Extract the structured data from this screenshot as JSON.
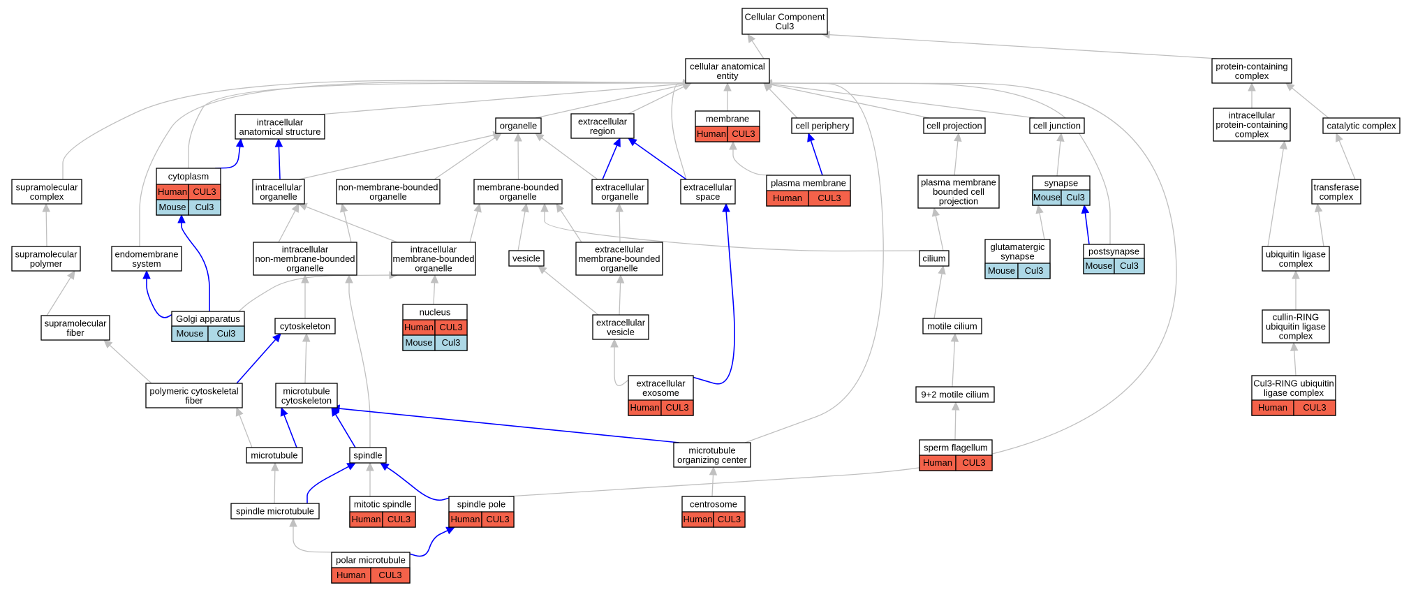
{
  "colors": {
    "human": "#f4624a",
    "mouse": "#add8e6",
    "edge_gray": "#c0c0c0",
    "edge_blue": "#0000ff"
  },
  "nodes": [
    {
      "id": "cc",
      "lines": [
        "Cellular Component",
        "Cul3"
      ]
    },
    {
      "id": "cae",
      "lines": [
        "cellular anatomical",
        "entity"
      ]
    },
    {
      "id": "pcc",
      "lines": [
        "protein-containing",
        "complex"
      ]
    },
    {
      "id": "ias",
      "lines": [
        "intracellular",
        "anatomical structure"
      ]
    },
    {
      "id": "org",
      "lines": [
        "organelle"
      ]
    },
    {
      "id": "exr",
      "lines": [
        "extracellular",
        "region"
      ]
    },
    {
      "id": "mem",
      "lines": [
        "membrane"
      ],
      "cells": [
        {
          "sp": "human",
          "t": "Human"
        },
        {
          "sp": "human",
          "t": "CUL3"
        }
      ]
    },
    {
      "id": "cper",
      "lines": [
        "cell periphery"
      ]
    },
    {
      "id": "cproj",
      "lines": [
        "cell projection"
      ]
    },
    {
      "id": "cj",
      "lines": [
        "cell junction"
      ]
    },
    {
      "id": "ipcc",
      "lines": [
        "intracellular",
        "protein-containing",
        "complex"
      ]
    },
    {
      "id": "catc",
      "lines": [
        "catalytic complex"
      ]
    },
    {
      "id": "supc",
      "lines": [
        "supramolecular",
        "complex"
      ]
    },
    {
      "id": "cyt",
      "lines": [
        "cytoplasm"
      ],
      "cells": [
        {
          "sp": "human",
          "t": "Human"
        },
        {
          "sp": "human",
          "t": "CUL3"
        },
        {
          "sp": "mouse",
          "t": "Mouse"
        },
        {
          "sp": "mouse",
          "t": "Cul3"
        }
      ]
    },
    {
      "id": "io",
      "lines": [
        "intracellular",
        "organelle"
      ]
    },
    {
      "id": "nmbo",
      "lines": [
        "non-membrane-bounded",
        "organelle"
      ]
    },
    {
      "id": "mbo",
      "lines": [
        "membrane-bounded",
        "organelle"
      ]
    },
    {
      "id": "exo",
      "lines": [
        "extracellular",
        "organelle"
      ]
    },
    {
      "id": "exs",
      "lines": [
        "extracellular",
        "space"
      ]
    },
    {
      "id": "pm",
      "lines": [
        "plasma membrane"
      ],
      "cells": [
        {
          "sp": "human",
          "t": "Human"
        },
        {
          "sp": "human",
          "t": "CUL3"
        }
      ]
    },
    {
      "id": "pmbcp",
      "lines": [
        "plasma membrane",
        "bounded cell",
        "projection"
      ]
    },
    {
      "id": "syn",
      "lines": [
        "synapse"
      ],
      "cells": [
        {
          "sp": "mouse",
          "t": "Mouse"
        },
        {
          "sp": "mouse",
          "t": "Cul3"
        }
      ]
    },
    {
      "id": "trc",
      "lines": [
        "transferase",
        "complex"
      ]
    },
    {
      "id": "supp",
      "lines": [
        "supramolecular",
        "polymer"
      ]
    },
    {
      "id": "ems",
      "lines": [
        "endomembrane",
        "system"
      ]
    },
    {
      "id": "inmbo",
      "lines": [
        "intracellular",
        "non-membrane-bounded",
        "organelle"
      ]
    },
    {
      "id": "imbo",
      "lines": [
        "intracellular",
        "membrane-bounded",
        "organelle"
      ]
    },
    {
      "id": "ves",
      "lines": [
        "vesicle"
      ]
    },
    {
      "id": "exmbo",
      "lines": [
        "extracellular",
        "membrane-bounded",
        "organelle"
      ]
    },
    {
      "id": "cil",
      "lines": [
        "cilium"
      ]
    },
    {
      "id": "glut",
      "lines": [
        "glutamatergic",
        "synapse"
      ],
      "cells": [
        {
          "sp": "mouse",
          "t": "Mouse"
        },
        {
          "sp": "mouse",
          "t": "Cul3"
        }
      ]
    },
    {
      "id": "post",
      "lines": [
        "postsynapse"
      ],
      "cells": [
        {
          "sp": "mouse",
          "t": "Mouse"
        },
        {
          "sp": "mouse",
          "t": "Cul3"
        }
      ]
    },
    {
      "id": "ulc",
      "lines": [
        "ubiquitin ligase",
        "complex"
      ]
    },
    {
      "id": "supf",
      "lines": [
        "supramolecular",
        "fiber"
      ]
    },
    {
      "id": "golgi",
      "lines": [
        "Golgi apparatus"
      ],
      "cells": [
        {
          "sp": "mouse",
          "t": "Mouse"
        },
        {
          "sp": "mouse",
          "t": "Cul3"
        }
      ]
    },
    {
      "id": "nuc",
      "lines": [
        "nucleus"
      ],
      "cells": [
        {
          "sp": "human",
          "t": "Human"
        },
        {
          "sp": "human",
          "t": "CUL3"
        },
        {
          "sp": "mouse",
          "t": "Mouse"
        },
        {
          "sp": "mouse",
          "t": "Cul3"
        }
      ]
    },
    {
      "id": "cytsk",
      "lines": [
        "cytoskeleton"
      ]
    },
    {
      "id": "exv",
      "lines": [
        "extracellular",
        "vesicle"
      ]
    },
    {
      "id": "motc",
      "lines": [
        "motile cilium"
      ]
    },
    {
      "id": "crulc",
      "lines": [
        "cullin-RING",
        "ubiquitin ligase",
        "complex"
      ]
    },
    {
      "id": "pcf",
      "lines": [
        "polymeric cytoskeletal",
        "fiber"
      ]
    },
    {
      "id": "mtcs",
      "lines": [
        "microtubule",
        "cytoskeleton"
      ]
    },
    {
      "id": "exexo",
      "lines": [
        "extracellular",
        "exosome"
      ],
      "cells": [
        {
          "sp": "human",
          "t": "Human"
        },
        {
          "sp": "human",
          "t": "CUL3"
        }
      ]
    },
    {
      "id": "n92",
      "lines": [
        "9+2 motile cilium"
      ]
    },
    {
      "id": "cul3c",
      "lines": [
        "Cul3-RING ubiquitin",
        "ligase complex"
      ],
      "cells": [
        {
          "sp": "human",
          "t": "Human"
        },
        {
          "sp": "human",
          "t": "CUL3"
        }
      ]
    },
    {
      "id": "mt",
      "lines": [
        "microtubule"
      ]
    },
    {
      "id": "spd",
      "lines": [
        "spindle"
      ]
    },
    {
      "id": "mtoc",
      "lines": [
        "microtubule",
        "organizing center"
      ]
    },
    {
      "id": "sperm",
      "lines": [
        "sperm flagellum"
      ],
      "cells": [
        {
          "sp": "human",
          "t": "Human"
        },
        {
          "sp": "human",
          "t": "CUL3"
        }
      ]
    },
    {
      "id": "smt",
      "lines": [
        "spindle microtubule"
      ]
    },
    {
      "id": "mits",
      "lines": [
        "mitotic spindle"
      ],
      "cells": [
        {
          "sp": "human",
          "t": "Human"
        },
        {
          "sp": "human",
          "t": "CUL3"
        }
      ]
    },
    {
      "id": "spp",
      "lines": [
        "spindle pole"
      ],
      "cells": [
        {
          "sp": "human",
          "t": "Human"
        },
        {
          "sp": "human",
          "t": "CUL3"
        }
      ]
    },
    {
      "id": "cent",
      "lines": [
        "centrosome"
      ],
      "cells": [
        {
          "sp": "human",
          "t": "Human"
        },
        {
          "sp": "human",
          "t": "CUL3"
        }
      ]
    },
    {
      "id": "pmt",
      "lines": [
        "polar microtubule"
      ],
      "cells": [
        {
          "sp": "human",
          "t": "Human"
        },
        {
          "sp": "human",
          "t": "CUL3"
        }
      ]
    }
  ],
  "edges": [
    {
      "from": "cae",
      "to": "cc",
      "c": "g"
    },
    {
      "from": "pcc",
      "to": "cc",
      "c": "g"
    },
    {
      "from": "ias",
      "to": "cae",
      "c": "g"
    },
    {
      "from": "org",
      "to": "cae",
      "c": "g"
    },
    {
      "from": "exr",
      "to": "cae",
      "c": "g"
    },
    {
      "from": "mem",
      "to": "cae",
      "c": "g"
    },
    {
      "from": "cper",
      "to": "cae",
      "c": "g"
    },
    {
      "from": "cproj",
      "to": "cae",
      "c": "g"
    },
    {
      "from": "cj",
      "to": "cae",
      "c": "g"
    },
    {
      "from": "supc",
      "to": "cae",
      "c": "g"
    },
    {
      "from": "cyt",
      "to": "cae",
      "c": "g"
    },
    {
      "from": "ems",
      "to": "cae",
      "c": "g"
    },
    {
      "from": "exs",
      "to": "cae",
      "c": "g"
    },
    {
      "from": "post",
      "to": "cae",
      "c": "g"
    },
    {
      "from": "mtoc",
      "to": "cae",
      "c": "g"
    },
    {
      "from": "spp",
      "to": "cae",
      "c": "g"
    },
    {
      "from": "ipcc",
      "to": "pcc",
      "c": "g"
    },
    {
      "from": "catc",
      "to": "pcc",
      "c": "g"
    },
    {
      "from": "cyt",
      "to": "ias",
      "c": "b"
    },
    {
      "from": "io",
      "to": "ias",
      "c": "b"
    },
    {
      "from": "io",
      "to": "org",
      "c": "g"
    },
    {
      "from": "nmbo",
      "to": "org",
      "c": "g"
    },
    {
      "from": "mbo",
      "to": "org",
      "c": "g"
    },
    {
      "from": "exo",
      "to": "org",
      "c": "g"
    },
    {
      "from": "exo",
      "to": "exr",
      "c": "b"
    },
    {
      "from": "exs",
      "to": "exr",
      "c": "b"
    },
    {
      "from": "pm",
      "to": "mem",
      "c": "g"
    },
    {
      "from": "pm",
      "to": "cper",
      "c": "b"
    },
    {
      "from": "pmbcp",
      "to": "cproj",
      "c": "g"
    },
    {
      "from": "syn",
      "to": "cj",
      "c": "g"
    },
    {
      "from": "ulc",
      "to": "ipcc",
      "c": "g"
    },
    {
      "from": "trc",
      "to": "catc",
      "c": "g"
    },
    {
      "from": "supp",
      "to": "supc",
      "c": "g"
    },
    {
      "from": "inmbo",
      "to": "io",
      "c": "g"
    },
    {
      "from": "imbo",
      "to": "io",
      "c": "g"
    },
    {
      "from": "inmbo",
      "to": "nmbo",
      "c": "g"
    },
    {
      "from": "imbo",
      "to": "mbo",
      "c": "g"
    },
    {
      "from": "ves",
      "to": "mbo",
      "c": "g"
    },
    {
      "from": "exmbo",
      "to": "mbo",
      "c": "g"
    },
    {
      "from": "cil",
      "to": "mbo",
      "c": "g"
    },
    {
      "from": "exmbo",
      "to": "exo",
      "c": "g"
    },
    {
      "from": "exexo",
      "to": "exs",
      "c": "b"
    },
    {
      "from": "cil",
      "to": "pmbcp",
      "c": "g"
    },
    {
      "from": "glut",
      "to": "syn",
      "c": "g"
    },
    {
      "from": "post",
      "to": "syn",
      "c": "b"
    },
    {
      "from": "ulc",
      "to": "trc",
      "c": "g"
    },
    {
      "from": "supf",
      "to": "supp",
      "c": "g"
    },
    {
      "from": "golgi",
      "to": "ems",
      "c": "b"
    },
    {
      "from": "golgi",
      "to": "cyt",
      "c": "b"
    },
    {
      "from": "golgi",
      "to": "imbo",
      "c": "g"
    },
    {
      "from": "cytsk",
      "to": "inmbo",
      "c": "g"
    },
    {
      "from": "spd",
      "to": "inmbo",
      "c": "g"
    },
    {
      "from": "nuc",
      "to": "imbo",
      "c": "g"
    },
    {
      "from": "exv",
      "to": "ves",
      "c": "g"
    },
    {
      "from": "exv",
      "to": "exmbo",
      "c": "g"
    },
    {
      "from": "motc",
      "to": "cil",
      "c": "g"
    },
    {
      "from": "crulc",
      "to": "ulc",
      "c": "g"
    },
    {
      "from": "pcf",
      "to": "supf",
      "c": "g"
    },
    {
      "from": "pcf",
      "to": "cytsk",
      "c": "b"
    },
    {
      "from": "mtcs",
      "to": "cytsk",
      "c": "g"
    },
    {
      "from": "exexo",
      "to": "exv",
      "c": "g"
    },
    {
      "from": "n92",
      "to": "motc",
      "c": "g"
    },
    {
      "from": "cul3c",
      "to": "crulc",
      "c": "g"
    },
    {
      "from": "mt",
      "to": "pcf",
      "c": "g"
    },
    {
      "from": "mt",
      "to": "mtcs",
      "c": "b"
    },
    {
      "from": "spd",
      "to": "mtcs",
      "c": "b"
    },
    {
      "from": "mtoc",
      "to": "mtcs",
      "c": "b"
    },
    {
      "from": "sperm",
      "to": "n92",
      "c": "g"
    },
    {
      "from": "smt",
      "to": "mt",
      "c": "g"
    },
    {
      "from": "smt",
      "to": "spd",
      "c": "b"
    },
    {
      "from": "mits",
      "to": "spd",
      "c": "g"
    },
    {
      "from": "spp",
      "to": "spd",
      "c": "b"
    },
    {
      "from": "cent",
      "to": "mtoc",
      "c": "g"
    },
    {
      "from": "pmt",
      "to": "smt",
      "c": "g"
    },
    {
      "from": "pmt",
      "to": "spp",
      "c": "b"
    }
  ]
}
